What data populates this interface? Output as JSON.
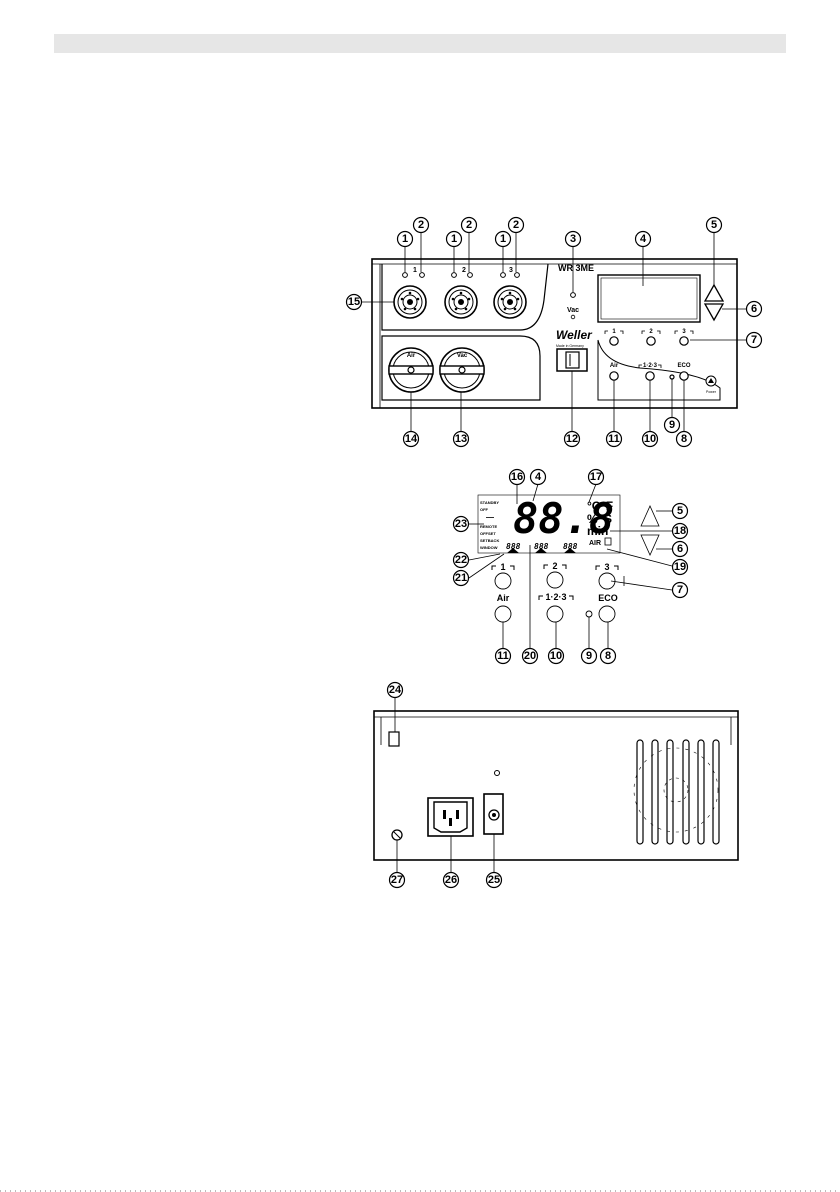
{
  "header": {
    "bar": ""
  },
  "front_panel": {
    "model": "WR 3ME",
    "vac_label": "Vac",
    "brand": "Weller",
    "brand_sub": "Made in Germany",
    "btn_air_label": "Air",
    "btn_vac_label": "Vac",
    "ch1": "1",
    "ch2": "2",
    "ch3": "3",
    "air_key": "Air",
    "key123": "1·2·3",
    "eco_key": "ECO",
    "footer_icon_text": "Power"
  },
  "display_panel": {
    "digits": "88.8",
    "unit_c": "°C",
    "unit_f": "°F",
    "unit_pct": "%",
    "unit_s": "S",
    "unit_min": "min",
    "air": "AIR",
    "small1": "888",
    "small2": "888",
    "small3": "888",
    "side_words": [
      "STANDBY",
      "OFF",
      "—",
      "REMOTE",
      "OFFSET",
      "SETBACK",
      "WINDOW"
    ],
    "key1": "1",
    "key2": "2",
    "key3": "3",
    "air_key": "Air",
    "key123": "1·2·3",
    "eco_key": "ECO"
  },
  "callouts": {
    "n1": "1",
    "n2": "2",
    "n3": "3",
    "n4": "4",
    "n5": "5",
    "n6": "6",
    "n7": "7",
    "n8": "8",
    "n9": "9",
    "n10": "10",
    "n11": "11",
    "n12": "12",
    "n13": "13",
    "n14": "14",
    "n15": "15",
    "n16": "16",
    "n17": "17",
    "n18": "18",
    "n19": "19",
    "n20": "20",
    "n21": "21",
    "n22": "22",
    "n23": "23",
    "n24": "24",
    "n25": "25",
    "n26": "26",
    "n27": "27"
  }
}
